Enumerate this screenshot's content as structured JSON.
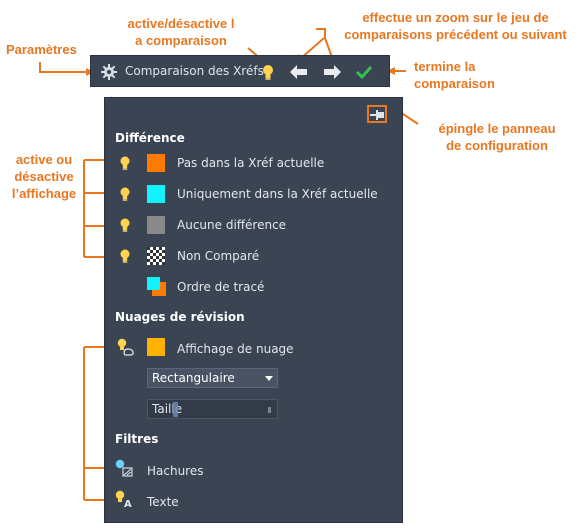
{
  "annotations": {
    "toggle_compare": "active/désactive l\na comparaison",
    "zoom": "effectue un zoom sur le jeu de\ncomparaisons précédent ou suivant",
    "settings": "Paramètres",
    "finish": "termine la\ncomparaison",
    "pin": "épingle le panneau\nde configuration",
    "toggle_display": "active ou\ndésactive\nl’affichage"
  },
  "titlebar": {
    "title": "Comparaison des Xréfs",
    "icons": [
      "gear-icon",
      "lightbulb-icon",
      "arrow-left-icon",
      "arrow-right-icon",
      "checkmark-icon"
    ]
  },
  "panel": {
    "difference": {
      "heading": "Différence",
      "items": [
        {
          "label": "Pas dans la Xréf actuelle",
          "color": "#ff7a00"
        },
        {
          "label": "Uniquement dans la Xréf actuelle",
          "color": "#12f2ff"
        },
        {
          "label": "Aucune différence",
          "color": "#8a8a8a"
        },
        {
          "label": "Non Comparé",
          "color": "checker"
        },
        {
          "label": "Ordre de tracé",
          "color": "overlap-cyan-orange"
        }
      ]
    },
    "clouds": {
      "heading": "Nuages de révision",
      "display_label": "Affichage de nuage",
      "cloud_color": "#ffb300",
      "shape_value": "Rectangulaire",
      "size_value": "Taille"
    },
    "filters": {
      "heading": "Filtres",
      "hatch_label": "Hachures",
      "text_label": "Texte"
    }
  },
  "colors": {
    "accent": "#e87722",
    "panel_bg": "#3b4453",
    "bulb": "#ffd34d",
    "check": "#33c24d"
  }
}
